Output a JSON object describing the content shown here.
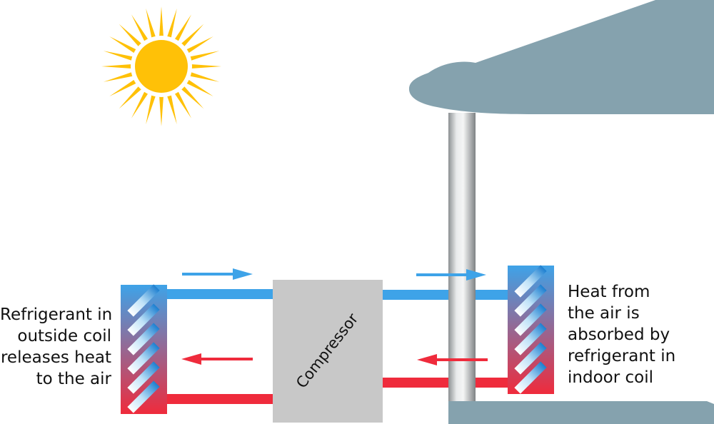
{
  "colors": {
    "cold": "#3ea3e8",
    "hot": "#ef2b3c",
    "sun": "#ffc107",
    "roof": "#85a2ae",
    "compressor": "#c8c8c8",
    "pole": "#b8bbbd"
  },
  "icons": [
    "sun-icon",
    "house-roof",
    "support-pole",
    "flow-arrow-icon"
  ],
  "compressor": {
    "label": "Compressor"
  },
  "left_caption": {
    "lines": [
      "Refrigerant in",
      "outside coil",
      "releases heat",
      "to the air"
    ]
  },
  "right_caption": {
    "lines": [
      "Heat from",
      "the air is",
      "absorbed by",
      "refrigerant in",
      "indoor coil"
    ]
  }
}
